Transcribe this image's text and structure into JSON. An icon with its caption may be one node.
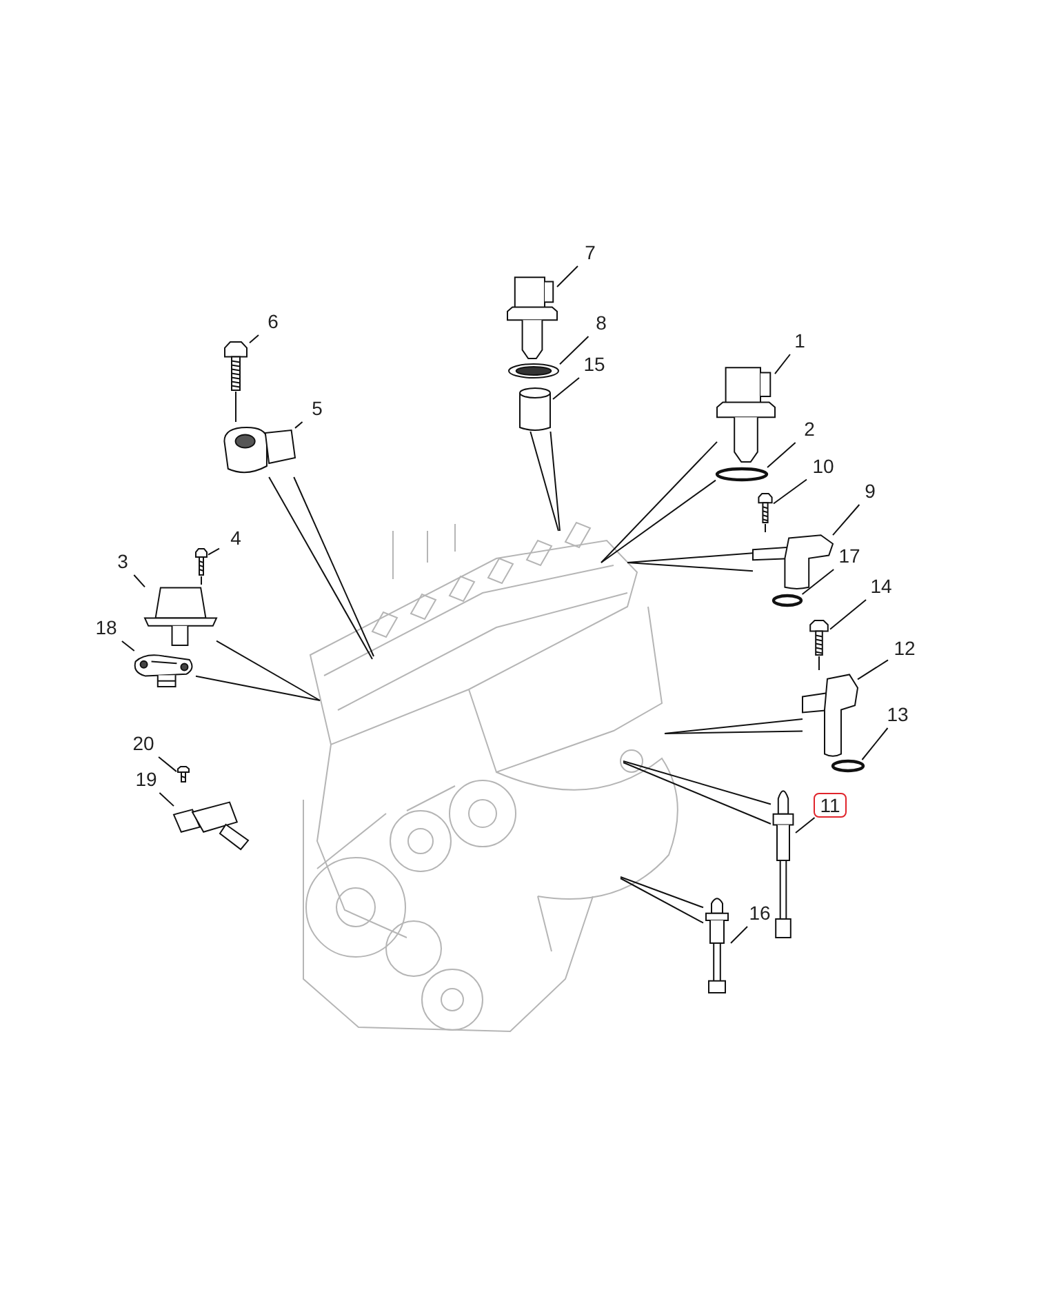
{
  "diagram": {
    "nodes": [
      {
        "text": [
          "1"
        ]
      },
      {
        "text": [],
        "shape": "picture"
      },
      {
        "text": [
          "2"
        ]
      },
      {
        "text": [],
        "shape": "circle"
      },
      {
        "text": [
          "3"
        ]
      },
      {
        "text": [],
        "shape": "picture"
      },
      {
        "text": [
          "4"
        ]
      },
      {
        "text": [],
        "shape": "picture"
      },
      {
        "text": [
          "5"
        ]
      },
      {
        "text": [],
        "shape": "picture"
      },
      {
        "text": [
          "6"
        ]
      },
      {
        "text": [],
        "shape": "picture"
      },
      {
        "text": [
          "7"
        ]
      },
      {
        "text": [],
        "shape": "picture"
      },
      {
        "text": [
          "8"
        ]
      },
      {
        "text": [],
        "shape": "picture"
      },
      {
        "text": [
          "9"
        ]
      },
      {
        "text": [],
        "shape": "picture"
      },
      {
        "text": [
          "10"
        ]
      },
      {
        "text": [],
        "shape": "picture"
      },
      {
        "text": [
          "11"
        ]
      },
      {
        "text": [],
        "shape": "picture"
      },
      {
        "text": [
          "12"
        ]
      },
      {
        "text": [],
        "shape": "picture"
      },
      {
        "text": [
          "13"
        ]
      },
      {
        "text": [],
        "shape": "circle"
      },
      {
        "text": [
          "14"
        ]
      },
      {
        "text": [],
        "shape": "picture"
      },
      {
        "text": [
          "15"
        ]
      },
      {
        "text": [],
        "shape": "cylinder"
      },
      {
        "text": [
          "16"
        ]
      },
      {
        "text": [],
        "shape": "picture"
      },
      {
        "text": [
          "17"
        ]
      },
      {
        "text": [],
        "shape": "circle"
      },
      {
        "text": [
          "18"
        ]
      },
      {
        "text": [],
        "shape": "picture"
      },
      {
        "text": [
          "19"
        ]
      },
      {
        "text": [],
        "shape": "picture"
      },
      {
        "text": [
          "20"
        ]
      },
      {
        "text": [],
        "shape": "picture"
      },
      {
        "text": [],
        "shape": "picture"
      }
    ],
    "edges": [
      {
        "from": 0,
        "to": 1,
        "arrow": "none"
      },
      {
        "from": 2,
        "to": 3,
        "arrow": "none"
      },
      {
        "from": 4,
        "to": 5,
        "arrow": "none"
      },
      {
        "from": 6,
        "to": 7,
        "arrow": "none"
      },
      {
        "from": 8,
        "to": 9,
        "arrow": "none"
      },
      {
        "from": 10,
        "to": 11,
        "arrow": "none"
      },
      {
        "from": 12,
        "to": 13,
        "arrow": "none"
      },
      {
        "from": 14,
        "to": 15,
        "arrow": "none"
      },
      {
        "from": 16,
        "to": 17,
        "arrow": "none"
      },
      {
        "from": 18,
        "to": 19,
        "arrow": "none"
      },
      {
        "from": 20,
        "to": 21,
        "arrow": "none"
      },
      {
        "from": 22,
        "to": 23,
        "arrow": "none"
      },
      {
        "from": 24,
        "to": 25,
        "arrow": "none"
      },
      {
        "from": 26,
        "to": 27,
        "arrow": "none"
      },
      {
        "from": 28,
        "to": 29,
        "arrow": "none"
      },
      {
        "from": 30,
        "to": 31,
        "arrow": "none"
      },
      {
        "from": 32,
        "to": 33,
        "arrow": "none"
      },
      {
        "from": 34,
        "to": 35,
        "arrow": "none"
      },
      {
        "from": 36,
        "to": 37,
        "arrow": "none"
      },
      {
        "from": 38,
        "to": 39,
        "arrow": "none"
      },
      {
        "from": 11,
        "to": 9,
        "arrow": "none"
      },
      {
        "from": 7,
        "to": 5,
        "arrow": "none"
      },
      {
        "from": 19,
        "to": 17,
        "arrow": "none"
      },
      {
        "from": 27,
        "to": 23,
        "arrow": "none"
      },
      {
        "from": 9,
        "to": 40,
        "arrow": "none"
      },
      {
        "from": 9,
        "to": 40,
        "arrow": "none"
      },
      {
        "from": 5,
        "to": 40,
        "arrow": "none"
      },
      {
        "from": 35,
        "to": 40,
        "arrow": "none"
      },
      {
        "from": 29,
        "to": 40,
        "arrow": "none"
      },
      {
        "from": 29,
        "to": 40,
        "arrow": "none"
      },
      {
        "from": 1,
        "to": 40,
        "arrow": "none"
      },
      {
        "from": 3,
        "to": 40,
        "arrow": "none"
      },
      {
        "from": 17,
        "to": 40,
        "arrow": "none"
      },
      {
        "from": 17,
        "to": 40,
        "arrow": "none"
      },
      {
        "from": 23,
        "to": 40,
        "arrow": "none"
      },
      {
        "from": 23,
        "to": 40,
        "arrow": "none"
      },
      {
        "from": 21,
        "to": 40,
        "arrow": "none"
      },
      {
        "from": 21,
        "to": 40,
        "arrow": "none"
      },
      {
        "from": 31,
        "to": 40,
        "arrow": "none"
      },
      {
        "from": 31,
        "to": 40,
        "arrow": "none"
      }
    ]
  }
}
